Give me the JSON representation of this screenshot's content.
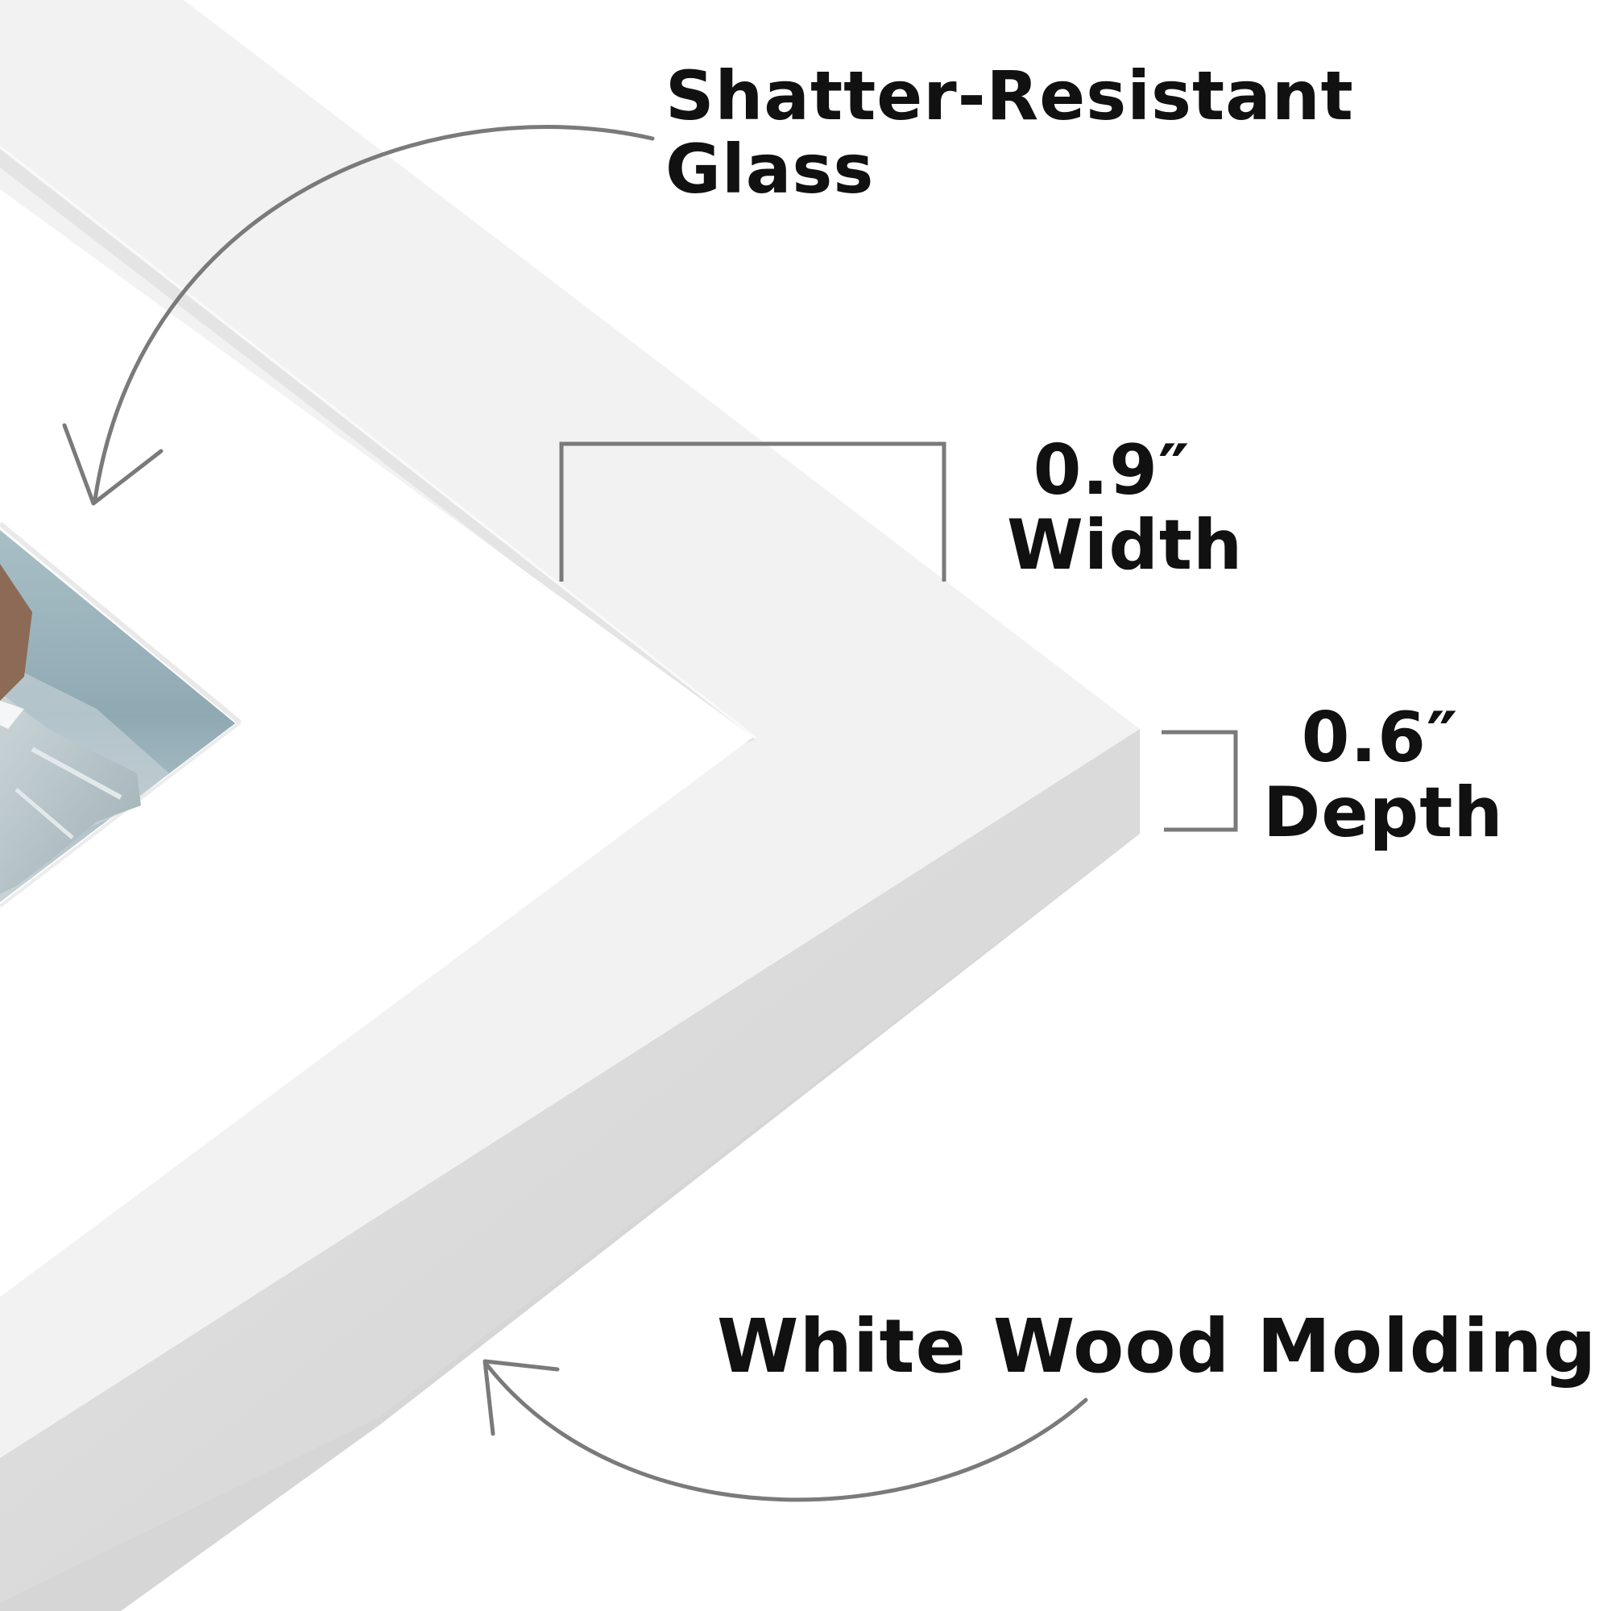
{
  "callouts": {
    "glass": {
      "line1": "Shatter-Resistant",
      "line2": "Glass"
    },
    "width": {
      "value": "0.9″",
      "label": "Width"
    },
    "depth": {
      "value": "0.6″",
      "label": "Depth"
    },
    "molding": {
      "text": "White Wood Molding"
    }
  },
  "colors": {
    "frame_face": "#f2f2f2",
    "frame_side": "#dadada",
    "mat": "#ffffff",
    "glass_edge": "#e6e6e6",
    "arrow": "#7a7a7a",
    "text": "#111111",
    "photo_sea": "#8fa9b3",
    "photo_jeans": "#b9c6cb"
  },
  "icons": {
    "glass_arrow": "curved-arrow-down-left-icon",
    "molding_arrow": "curved-arrow-up-left-icon",
    "width_bracket": "dimension-bracket-icon",
    "depth_bracket": "dimension-bracket-icon"
  }
}
